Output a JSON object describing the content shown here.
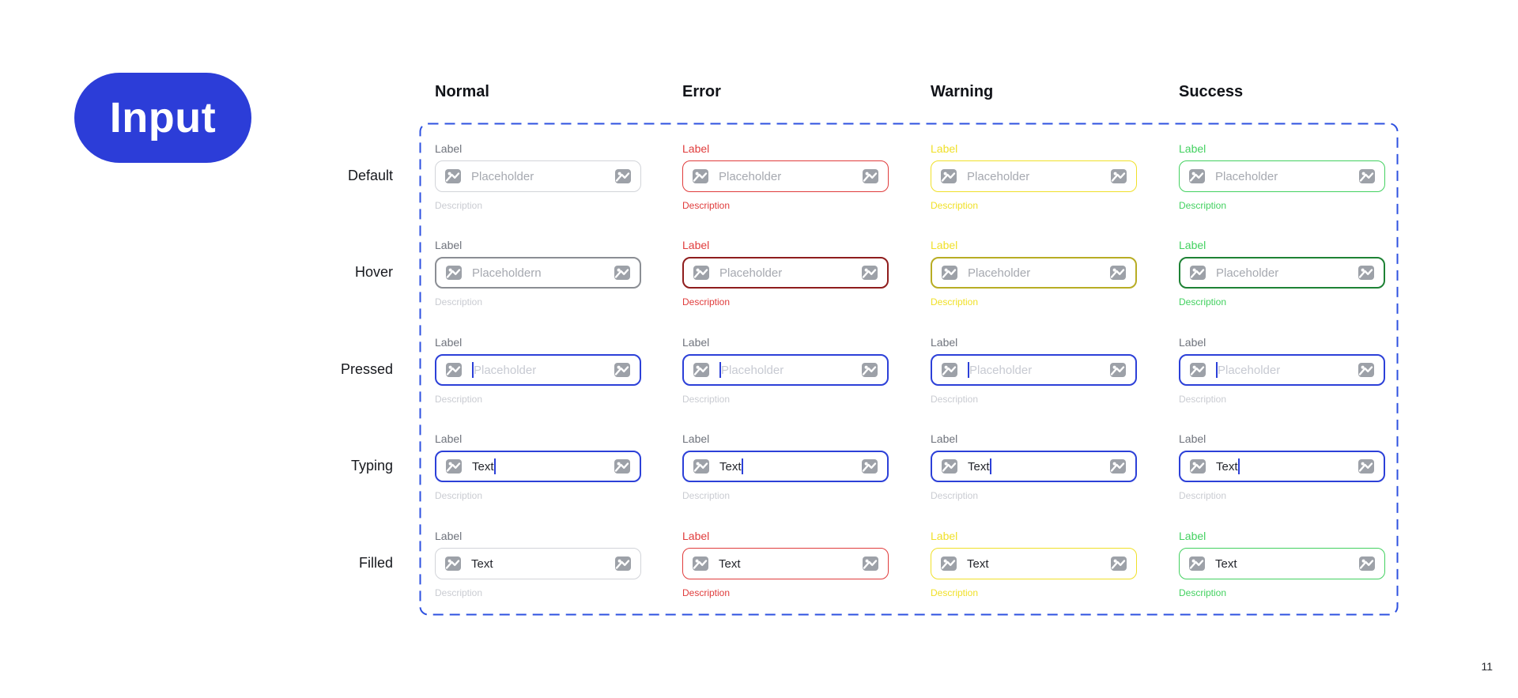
{
  "badge": {
    "label": "Input",
    "bg_color": "#2c3dd8",
    "text_color": "#ffffff"
  },
  "page_number": "11",
  "frame": {
    "border_color": "#2e51e0",
    "style": "dashed"
  },
  "palette": {
    "accent_blue": "#2c40d8",
    "error_red": "#e03c3c",
    "error_red_dark": "#8f1d1d",
    "warning_yellow": "#f0e029",
    "warning_yellow_dark": "#b8ad24",
    "success_green": "#43d160",
    "success_green_dark": "#1e8235",
    "gray_label": "#6f737c",
    "gray_placeholder": "#a6a9b0",
    "gray_placeholder_light": "#c7cad2",
    "gray_description": "#caccd2",
    "gray_border": "#d2d4d9",
    "gray_border_hover": "#8b8e94",
    "text_dark": "#23252b",
    "icon_gray": "#9da1a8"
  },
  "columns": [
    {
      "id": "normal",
      "label": "Normal"
    },
    {
      "id": "error",
      "label": "Error"
    },
    {
      "id": "warning",
      "label": "Warning"
    },
    {
      "id": "success",
      "label": "Success"
    }
  ],
  "rows": [
    {
      "id": "default",
      "label": "Default"
    },
    {
      "id": "hover",
      "label": "Hover"
    },
    {
      "id": "pressed",
      "label": "Pressed"
    },
    {
      "id": "typing",
      "label": "Typing"
    },
    {
      "id": "filled",
      "label": "Filled"
    }
  ],
  "cells": [
    [
      {
        "label": "Label",
        "label_color": "#6f737c",
        "border_color": "#d2d4d9",
        "border_width": 1.5,
        "value": "Placeholder",
        "value_color": "#a6a9b0",
        "cursor": "none",
        "description": "Description",
        "desc_color": "#caccd2"
      },
      {
        "label": "Label",
        "label_color": "#e03c3c",
        "border_color": "#e03c3c",
        "border_width": 1.5,
        "value": "Placeholder",
        "value_color": "#a6a9b0",
        "cursor": "none",
        "description": "Description",
        "desc_color": "#e03c3c"
      },
      {
        "label": "Label",
        "label_color": "#f0e029",
        "border_color": "#f0e029",
        "border_width": 1.5,
        "value": "Placeholder",
        "value_color": "#a6a9b0",
        "cursor": "none",
        "description": "Description",
        "desc_color": "#f0e029"
      },
      {
        "label": "Label",
        "label_color": "#43d160",
        "border_color": "#43d160",
        "border_width": 1.5,
        "value": "Placeholder",
        "value_color": "#a6a9b0",
        "cursor": "none",
        "description": "Description",
        "desc_color": "#43d160"
      }
    ],
    [
      {
        "label": "Label",
        "label_color": "#6f737c",
        "border_color": "#8b8e94",
        "border_width": 2.5,
        "value": "Placeholdern",
        "value_color": "#a6a9b0",
        "cursor": "none",
        "description": "Description",
        "desc_color": "#caccd2"
      },
      {
        "label": "Label",
        "label_color": "#e03c3c",
        "border_color": "#8f1d1d",
        "border_width": 2.5,
        "value": "Placeholder",
        "value_color": "#a6a9b0",
        "cursor": "none",
        "description": "Description",
        "desc_color": "#e03c3c"
      },
      {
        "label": "Label",
        "label_color": "#f0e029",
        "border_color": "#b8ad24",
        "border_width": 2.5,
        "value": "Placeholder",
        "value_color": "#a6a9b0",
        "cursor": "none",
        "description": "Description",
        "desc_color": "#f0e029"
      },
      {
        "label": "Label",
        "label_color": "#43d160",
        "border_color": "#1e8235",
        "border_width": 2.5,
        "value": "Placeholder",
        "value_color": "#a6a9b0",
        "cursor": "none",
        "description": "Description",
        "desc_color": "#43d160"
      }
    ],
    [
      {
        "label": "Label",
        "label_color": "#6f737c",
        "border_color": "#2c40d8",
        "border_width": 2,
        "value": "Placeholder",
        "value_color": "#c7cad2",
        "cursor": "before",
        "description": "Description",
        "desc_color": "#caccd2"
      },
      {
        "label": "Label",
        "label_color": "#6f737c",
        "border_color": "#2c40d8",
        "border_width": 2,
        "value": "Placeholder",
        "value_color": "#c7cad2",
        "cursor": "before",
        "description": "Description",
        "desc_color": "#caccd2"
      },
      {
        "label": "Label",
        "label_color": "#6f737c",
        "border_color": "#2c40d8",
        "border_width": 2,
        "value": "Placeholder",
        "value_color": "#c7cad2",
        "cursor": "before",
        "description": "Description",
        "desc_color": "#caccd2"
      },
      {
        "label": "Label",
        "label_color": "#6f737c",
        "border_color": "#2c40d8",
        "border_width": 2,
        "value": "Placeholder",
        "value_color": "#c7cad2",
        "cursor": "before",
        "description": "Description",
        "desc_color": "#caccd2"
      }
    ],
    [
      {
        "label": "Label",
        "label_color": "#6f737c",
        "border_color": "#2c40d8",
        "border_width": 2,
        "value": "Text",
        "value_color": "#23252b",
        "cursor": "after",
        "description": "Description",
        "desc_color": "#caccd2"
      },
      {
        "label": "Label",
        "label_color": "#6f737c",
        "border_color": "#2c40d8",
        "border_width": 2,
        "value": "Text",
        "value_color": "#23252b",
        "cursor": "after",
        "description": "Description",
        "desc_color": "#caccd2"
      },
      {
        "label": "Label",
        "label_color": "#6f737c",
        "border_color": "#2c40d8",
        "border_width": 2,
        "value": "Text",
        "value_color": "#23252b",
        "cursor": "after",
        "description": "Description",
        "desc_color": "#caccd2"
      },
      {
        "label": "Label",
        "label_color": "#6f737c",
        "border_color": "#2c40d8",
        "border_width": 2,
        "value": "Text",
        "value_color": "#23252b",
        "cursor": "after",
        "description": "Description",
        "desc_color": "#caccd2"
      }
    ],
    [
      {
        "label": "Label",
        "label_color": "#6f737c",
        "border_color": "#d2d4d9",
        "border_width": 1.5,
        "value": "Text",
        "value_color": "#23252b",
        "cursor": "none",
        "description": "Description",
        "desc_color": "#caccd2"
      },
      {
        "label": "Label",
        "label_color": "#e03c3c",
        "border_color": "#e03c3c",
        "border_width": 1.5,
        "value": "Text",
        "value_color": "#23252b",
        "cursor": "none",
        "description": "Description",
        "desc_color": "#e03c3c"
      },
      {
        "label": "Label",
        "label_color": "#f0e029",
        "border_color": "#f0e029",
        "border_width": 1.5,
        "value": "Text",
        "value_color": "#23252b",
        "cursor": "none",
        "description": "Description",
        "desc_color": "#f0e029"
      },
      {
        "label": "Label",
        "label_color": "#43d160",
        "border_color": "#43d160",
        "border_width": 1.5,
        "value": "Text",
        "value_color": "#23252b",
        "cursor": "none",
        "description": "Description",
        "desc_color": "#43d160"
      }
    ]
  ]
}
